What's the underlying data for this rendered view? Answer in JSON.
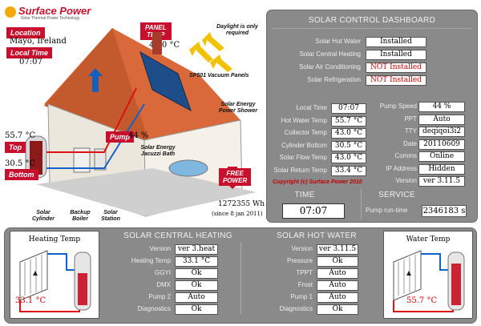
{
  "brand": {
    "name": "Surface Power",
    "tagline": "Solar Thermal Power Technology"
  },
  "location": {
    "label": "Location",
    "value": "Mayo, Ireland"
  },
  "local_time": {
    "label": "Local Time",
    "value": "07:07"
  },
  "panel_temp": {
    "label_line1": "PANEL",
    "label_line2": "TEMP",
    "value": "43.0 °C"
  },
  "daylight_note": {
    "line1": "Daylight is only",
    "line2": "required"
  },
  "house_labels": {
    "vacuum_panels": "SP501 Vacuum Panels",
    "shower_line1": "Solar Energy",
    "shower_line2": "Power Shower",
    "bath_line1": "Solar Energy",
    "bath_line2": "Jacuzzi Bath",
    "cylinder_line1": "Solar",
    "cylinder_line2": "Cylinder",
    "boiler_line1": "Backup",
    "boiler_line2": "Boiler",
    "station_line1": "Solar",
    "station_line2": "Station"
  },
  "pump": {
    "label": "Pump",
    "value": "44 %"
  },
  "top": {
    "label": "Top",
    "value": "55.7 °C"
  },
  "bottom": {
    "label": "Bottom",
    "value": "30.5 °C"
  },
  "free_power": {
    "line1": "FREE",
    "line2": "POWER",
    "value": "1272355 Wh",
    "since": "(since 8 jan 2011)"
  },
  "dashboard": {
    "title": "SOLAR CONTROL DASHBOARD",
    "status_rows": [
      {
        "label": "Solar Hot Water",
        "value": "Installed",
        "alert": false
      },
      {
        "label": "Solar Central Heating",
        "value": "Installed",
        "alert": false
      },
      {
        "label": "Solar Air Conditioning",
        "value": "NOT Installed",
        "alert": true
      },
      {
        "label": "Solar Refrigeration",
        "value": "NOT Installed",
        "alert": true
      }
    ],
    "left_rows": [
      {
        "label": "Local Time",
        "value": "07:07"
      },
      {
        "label": "Hot Water Temp",
        "value": "55.7 °C"
      },
      {
        "label": "Collector Temp",
        "value": "43.0 °C"
      },
      {
        "label": "Cylinder Bottom",
        "value": "30.5 °C"
      },
      {
        "label": "Solar Flow Temp",
        "value": "43.0 °C"
      },
      {
        "label": "Solar Return Temp",
        "value": "33.4 °C"
      }
    ],
    "right_rows": [
      {
        "label": "Pump Speed",
        "value": "44 %"
      },
      {
        "label": "PPT",
        "value": "Auto"
      },
      {
        "label": "TTY",
        "value": "deqiqoi3i2"
      },
      {
        "label": "Date",
        "value": "20110609"
      },
      {
        "label": "Comms",
        "value": "Online"
      },
      {
        "label": "IP Address",
        "value": "Hidden"
      },
      {
        "label": "Version",
        "value": "ver 3.11.5"
      }
    ],
    "copyright": "Copyright (c) Surface Power 2010",
    "time_header": "TIME",
    "time_value": "07:07",
    "service_header": "SERVICE",
    "pump_runtime_label": "Pump run-time",
    "pump_runtime_value": "2346183 s"
  },
  "heating_temp": {
    "title": "Heating Temp",
    "value": "33.1 °C"
  },
  "water_temp": {
    "title": "Water Temp",
    "value": "55.7 °C"
  },
  "central_heating": {
    "title": "SOLAR CENTRAL HEATING",
    "rows": [
      {
        "label": "Version",
        "value": "ver 3.heat"
      },
      {
        "label": "Heating Temp",
        "value": "33.1 °C"
      },
      {
        "label": "GGYI",
        "value": "Ok"
      },
      {
        "label": "DMX",
        "value": "Ok"
      },
      {
        "label": "Pump 2",
        "value": "Auto"
      },
      {
        "label": "Diagnostics",
        "value": "Ok"
      }
    ]
  },
  "hot_water": {
    "title": "SOLAR HOT WATER",
    "rows": [
      {
        "label": "Version",
        "value": "ver 3.11.5"
      },
      {
        "label": "Pressure",
        "value": "Ok"
      },
      {
        "label": "TPPT",
        "value": "Auto"
      },
      {
        "label": "Frost",
        "value": "Auto"
      },
      {
        "label": "Pump 1",
        "value": "Auto"
      },
      {
        "label": "Diagnostics",
        "value": "Ok"
      }
    ]
  },
  "colors": {
    "brand_red": "#c8102e",
    "panel_gray": "#8a8a8a",
    "alert_red": "#d00000",
    "sun_yellow": "#f2c200"
  }
}
